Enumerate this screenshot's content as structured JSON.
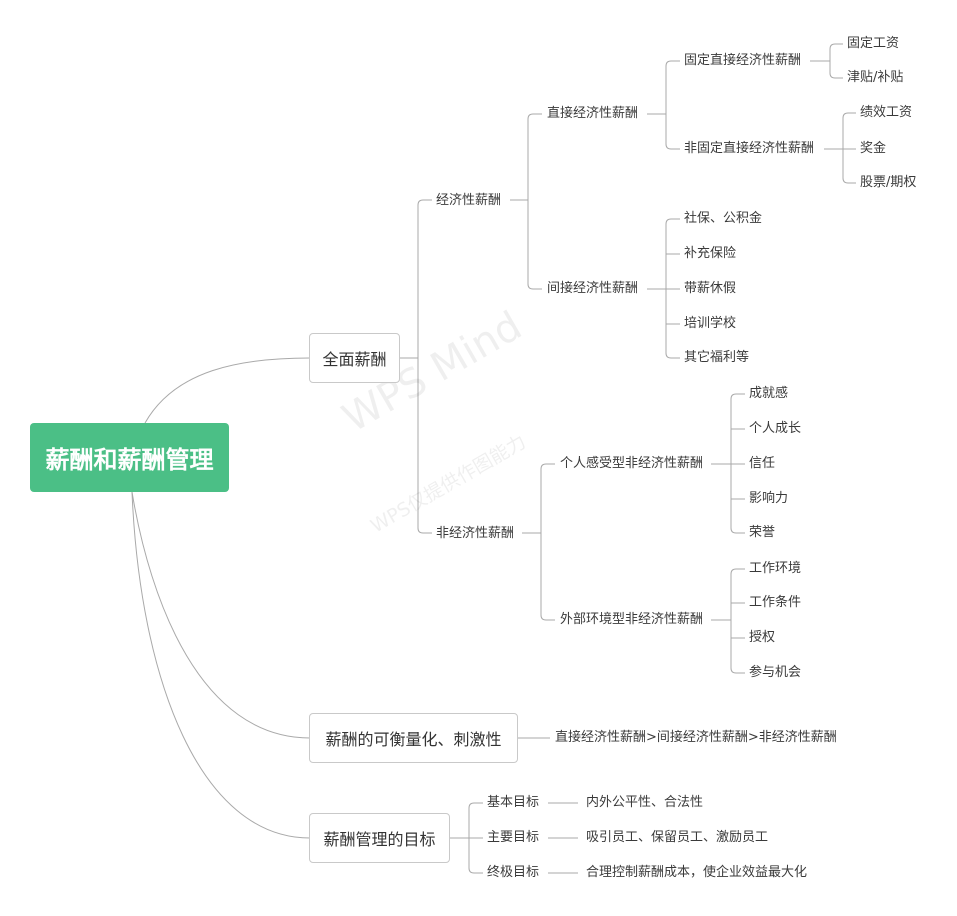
{
  "watermark": {
    "line1": "WPS Mind",
    "line2": "WPS仅提供作图能力"
  },
  "root": "薪酬和薪酬管理",
  "b1": {
    "label": "全面薪酬",
    "economic": {
      "label": "经济性薪酬",
      "direct": {
        "label": "直接经济性薪酬",
        "fixed": {
          "label": "固定直接经济性薪酬",
          "items": [
            "固定工资",
            "津贴/补贴"
          ]
        },
        "nonfixed": {
          "label": "非固定直接经济性薪酬",
          "items": [
            "绩效工资",
            "奖金",
            "股票/期权"
          ]
        }
      },
      "indirect": {
        "label": "间接经济性薪酬",
        "items": [
          "社保、公积金",
          "补充保险",
          "带薪休假",
          "培训学校",
          "其它福利等"
        ]
      }
    },
    "noneconomic": {
      "label": "非经济性薪酬",
      "personal": {
        "label": "个人感受型非经济性薪酬",
        "items": [
          "成就感",
          "个人成长",
          "信任",
          "影响力",
          "荣誉"
        ]
      },
      "external": {
        "label": "外部环境型非经济性薪酬",
        "items": [
          "工作环境",
          "工作条件",
          "授权",
          "参与机会"
        ]
      }
    }
  },
  "b2": {
    "label": "薪酬的可衡量化、刺激性",
    "note": "直接经济性薪酬>间接经济性薪酬>非经济性薪酬"
  },
  "b3": {
    "label": "薪酬管理的目标",
    "goals": [
      {
        "label": "基本目标",
        "value": "内外公平性、合法性"
      },
      {
        "label": "主要目标",
        "value": "吸引员工、保留员工、激励员工"
      },
      {
        "label": "终极目标",
        "value": "合理控制薪酬成本，使企业效益最大化"
      }
    ]
  },
  "colors": {
    "root": "#4bbf86",
    "line": "#a9a9a9",
    "border": "#c9c9c9"
  }
}
